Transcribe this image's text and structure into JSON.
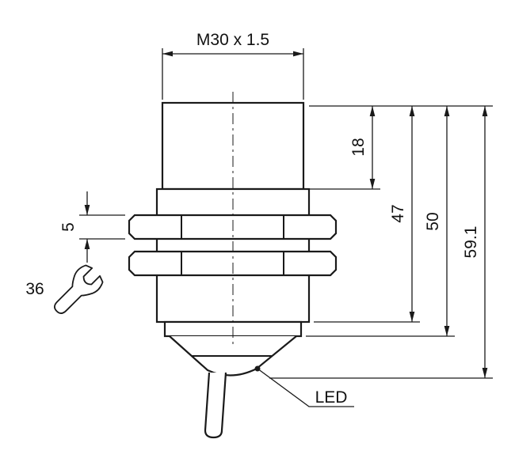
{
  "drawing": {
    "thread_label": "M30 x 1.5",
    "dimensions": {
      "thread_length": "18",
      "housing_length": "47",
      "housing_to_collar": "50",
      "overall_length": "59.1",
      "nut_thickness": "5",
      "wrench_size": "36"
    },
    "led_label": "LED",
    "colors": {
      "line": "#1a1a1a",
      "background": "#ffffff"
    }
  }
}
